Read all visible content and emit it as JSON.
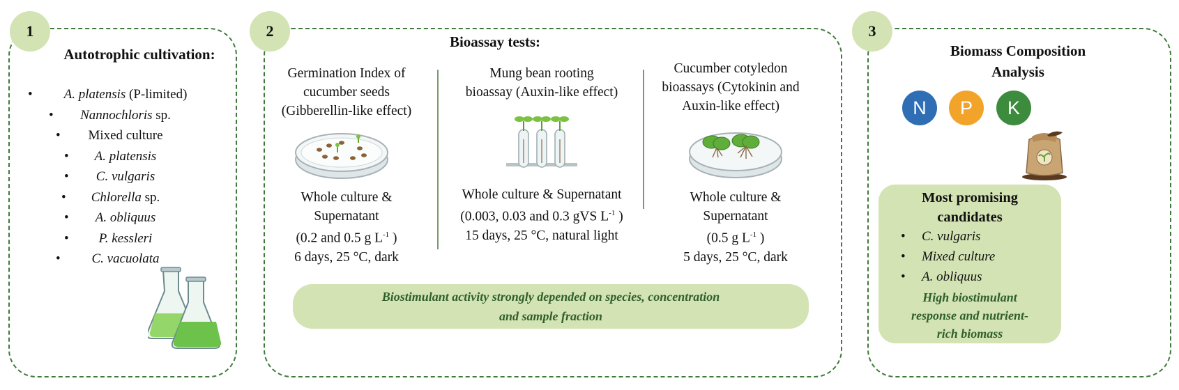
{
  "panel1": {
    "number": "1",
    "title": "Autotrophic cultivation:",
    "items": [
      {
        "italic": "A. platensis",
        "plain": " (P-limited)"
      },
      {
        "italic": "Nannochloris",
        "plain": " sp."
      },
      {
        "italic": "",
        "plain": "Mixed culture"
      },
      {
        "italic": "A. platensis",
        "plain": ""
      },
      {
        "italic": "C. vulgaris",
        "plain": ""
      },
      {
        "italic": "Chlorella",
        "plain": " sp."
      },
      {
        "italic": "A. obliquus",
        "plain": ""
      },
      {
        "italic": "P. kessleri",
        "plain": ""
      },
      {
        "italic": "C. vacuolata",
        "plain": ""
      }
    ]
  },
  "panel2": {
    "number": "2",
    "title": "Bioassay tests:",
    "col1": {
      "title": [
        "Germination Index of",
        "cucumber seeds",
        "(Gibberellin-like effect)"
      ],
      "cond_a": [
        "Whole culture &",
        "Supernatant"
      ],
      "conc_pre": "(0.2 and 0.5 g L",
      "sup": "-1",
      "conc_post": " )",
      "duration": "6 days, 25 °C, dark"
    },
    "col2": {
      "title": [
        "Mung bean rooting",
        "bioassay (Auxin-like effect)"
      ],
      "cond_a": [
        "Whole culture & Supernatant"
      ],
      "conc_pre": "(0.003, 0.03 and 0.3 gVS L",
      "sup": "-1",
      "conc_post": " )",
      "duration": "15 days, 25 °C, natural light"
    },
    "col3": {
      "title": [
        "Cucumber cotyledon",
        "bioassays  (Cytokinin and",
        "Auxin-like effect)"
      ],
      "cond_a": [
        "Whole culture &",
        "Supernatant"
      ],
      "conc_pre": "(0.5 g L",
      "sup": "-1",
      "conc_post": " )",
      "duration": "5 days, 25 °C, dark"
    },
    "banner": [
      "Biostimulant activity strongly depended on species, concentration",
      "and sample fraction"
    ]
  },
  "panel3": {
    "number": "3",
    "title": [
      "Biomass Composition",
      "Analysis"
    ],
    "nutrients": [
      {
        "letter": "N",
        "color": "#2f6db5"
      },
      {
        "letter": "P",
        "color": "#f2a42a"
      },
      {
        "letter": "K",
        "color": "#3d8b3d"
      }
    ],
    "promising_title": [
      "Most promising",
      "candidates"
    ],
    "candidates": [
      "C. vulgaris",
      "Mixed culture",
      "A. obliquus"
    ],
    "note": [
      "High biostimulant",
      "response and nutrient-",
      "rich biomass"
    ]
  },
  "colors": {
    "border": "#3f7a3a",
    "accent_fill": "#d4e3b4",
    "accent_text": "#2f5f2c"
  }
}
